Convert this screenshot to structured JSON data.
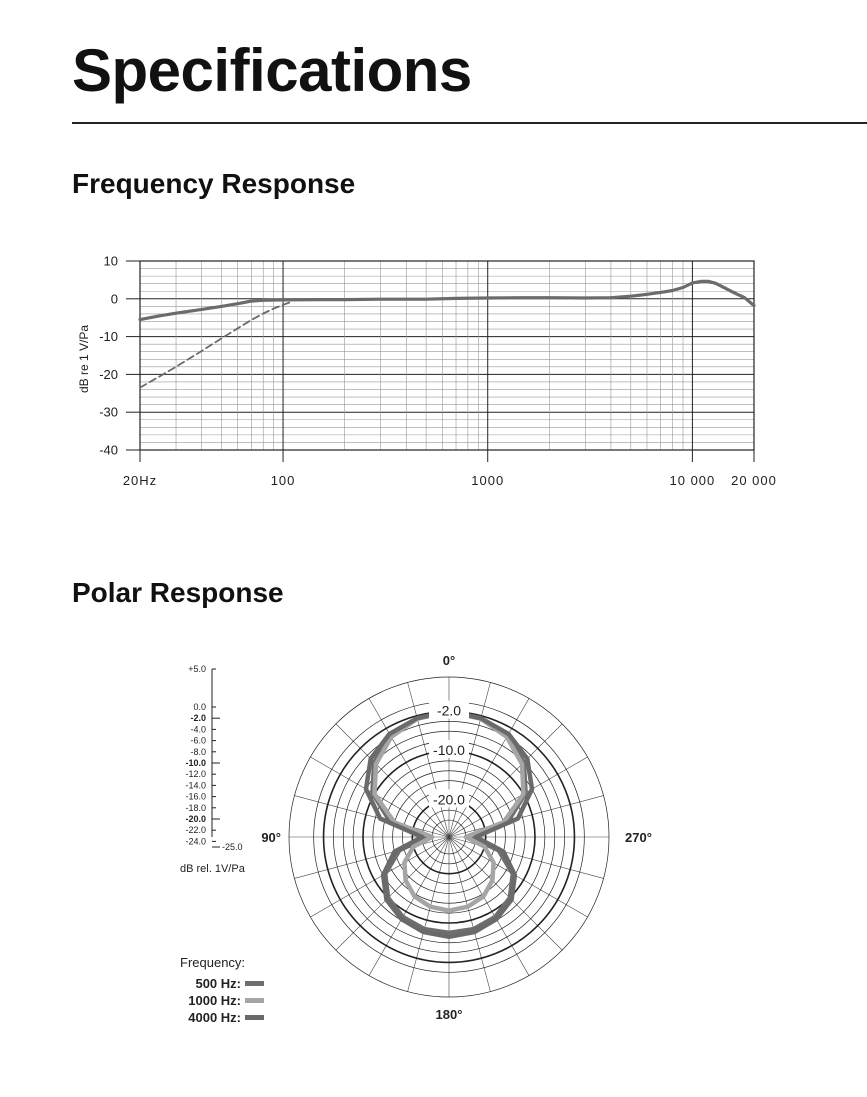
{
  "page": {
    "title": "Specifications",
    "sections": {
      "frequency": "Frequency Response",
      "polar": "Polar Response"
    }
  },
  "colors": {
    "curve": "#6b6b6b",
    "grid_minor": "#999999",
    "grid_major": "#222222",
    "hz500": "#6e6e6e",
    "hz1000": "#a5a5a5",
    "hz4000": "#6a6a6a"
  },
  "chart_data": [
    {
      "type": "line",
      "title": "Frequency Response",
      "xlabel": "",
      "ylabel": "dB re 1 V/Pa",
      "xscale": "log",
      "xlim": [
        20,
        20000
      ],
      "ylim": [
        -40,
        10
      ],
      "x_ticks": [
        20,
        100,
        1000,
        10000,
        20000
      ],
      "x_tick_labels": [
        "20Hz",
        "100",
        "1000",
        "10 000",
        "20 000"
      ],
      "y_ticks": [
        10,
        0,
        -10,
        -20,
        -30,
        -40
      ],
      "y_tick_labels": [
        "10",
        "0",
        "-10",
        "-20",
        "-30",
        "-40"
      ],
      "grid": true,
      "series": [
        {
          "style": "solid",
          "x": [
            20,
            25,
            30,
            40,
            50,
            60,
            70,
            80,
            100,
            150,
            200,
            300,
            500,
            700,
            1000,
            1500,
            2000,
            3000,
            4000,
            5000,
            6000,
            7000,
            8000,
            9000,
            10000,
            11000,
            12000,
            13000,
            14000,
            16000,
            18000,
            20000
          ],
          "y": [
            -5.5,
            -4.5,
            -3.8,
            -2.8,
            -2.0,
            -1.3,
            -0.6,
            -0.4,
            -0.3,
            -0.2,
            -0.2,
            -0.1,
            -0.1,
            0.1,
            0.2,
            0.3,
            0.3,
            0.2,
            0.3,
            0.7,
            1.2,
            1.7,
            2.2,
            3.0,
            4.2,
            4.6,
            4.6,
            4.1,
            3.2,
            1.6,
            0.3,
            -1.8
          ]
        },
        {
          "style": "dashed",
          "x": [
            20,
            25,
            30,
            40,
            50,
            60,
            70,
            80,
            90,
            100,
            110
          ],
          "y": [
            -23.5,
            -20.5,
            -18.0,
            -13.8,
            -10.5,
            -7.8,
            -5.6,
            -3.9,
            -2.6,
            -1.6,
            -0.8
          ]
        }
      ]
    },
    {
      "type": "polar",
      "title": "Polar Response",
      "angle_labels": [
        "0°",
        "90°",
        "180°",
        "270°"
      ],
      "ring_labels": [
        "-2.0",
        "-10.0",
        "-20.0"
      ],
      "rlim": [
        -25,
        5
      ],
      "scale_labels": [
        "+5.0",
        "0.0",
        "-2.0",
        "-4.0",
        "-6.0",
        "-8.0",
        "-10.0",
        "-12.0",
        "-14.0",
        "-16.0",
        "-18.0",
        "-20.0",
        "-22.0",
        "-24.0",
        "-25.0"
      ],
      "scale_unit": "dB rel. 1V/Pa",
      "legend_title": "Frequency:",
      "series": [
        {
          "name": "500 Hz:",
          "theta": [
            0,
            15,
            30,
            45,
            60,
            75,
            90,
            105,
            120,
            135,
            150,
            165,
            180
          ],
          "r": [
            -2,
            -2.5,
            -3.7,
            -6,
            -9.5,
            -15,
            -23,
            -17,
            -12.5,
            -10,
            -8.7,
            -8.1,
            -8
          ]
        },
        {
          "name": "1000 Hz:",
          "theta": [
            0,
            15,
            30,
            45,
            60,
            75,
            90,
            105,
            120,
            135,
            150,
            165,
            180
          ],
          "r": [
            -2,
            -2.6,
            -4,
            -6.5,
            -10,
            -16,
            -24,
            -20,
            -17,
            -15,
            -13.5,
            -12.8,
            -12.5
          ]
        },
        {
          "name": "4000 Hz:",
          "theta": [
            0,
            15,
            30,
            45,
            60,
            75,
            90,
            105,
            120,
            135,
            150,
            165,
            180
          ],
          "r": [
            -2,
            -2.5,
            -3.3,
            -5,
            -8,
            -13,
            -22,
            -16,
            -12,
            -9.5,
            -8.2,
            -7.5,
            -7.2
          ]
        }
      ]
    }
  ]
}
